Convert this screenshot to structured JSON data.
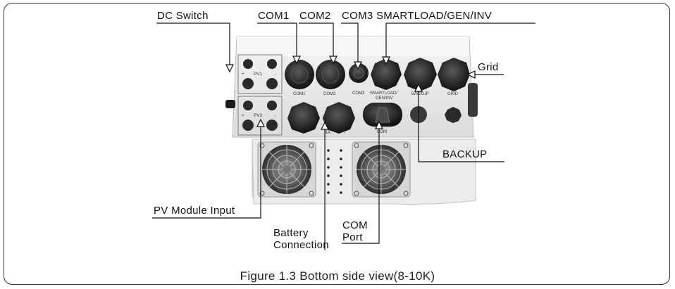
{
  "callouts": {
    "dc_switch": "DC Switch",
    "com1": "COM1",
    "com2": "COM2",
    "com3_smartload": "COM3 SMARTLOAD/GEN/INV",
    "grid": "Grid",
    "backup": "BACKUP",
    "pv_module_input": "PV Module Input",
    "battery_connection_line1": "Battery",
    "battery_connection_line2": "Connection",
    "com_port_line1": "COM",
    "com_port_line2": "Port"
  },
  "panel_marks": {
    "pv1": "PV1",
    "pv2": "PV2",
    "plus": "+",
    "minus": "-",
    "com1": "COM1",
    "com2": "COM2",
    "com3": "COM3",
    "smartload_line1": "SMARTLOAD/",
    "smartload_line2": "GEN/INV",
    "backup": "BACKUP",
    "grid": "GRID",
    "bat_partial": "BA",
    "com": "COM"
  },
  "caption": "Figure 1.3 Bottom side view(8-10K)",
  "colors": {
    "frame": "#333333",
    "panel": "#e9e9e9",
    "connector": "#2b2b2b",
    "fan": "#3a3a3a",
    "line": "#111111"
  }
}
